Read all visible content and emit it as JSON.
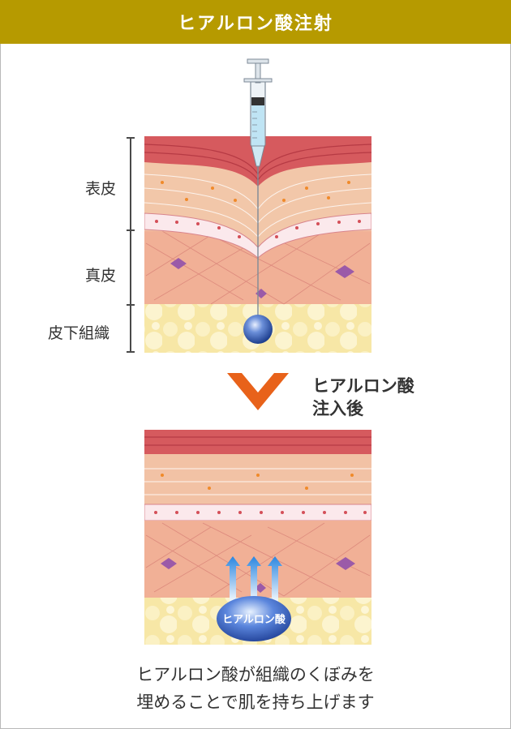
{
  "header": {
    "title": "ヒアルロン酸注射"
  },
  "layers": {
    "epidermis": "表皮",
    "dermis": "真皮",
    "subcutaneous": "皮下組織"
  },
  "after_label": {
    "line1": "ヒアルロン酸",
    "line2": "注入後"
  },
  "bubble_label": "ヒアルロン酸",
  "caption": {
    "line1": "ヒアルロン酸が組織のくぼみを",
    "line2": "埋めることで肌を持ち上げます"
  },
  "colors": {
    "header_bg": "#b69a00",
    "skin_top": "#d9545c",
    "skin_mid": "#f2c2a5",
    "dermis": "#f1b39a",
    "fat": "#f6e6a0",
    "arrow": "#e8621a",
    "hyaluronic": "#3e66c9"
  }
}
